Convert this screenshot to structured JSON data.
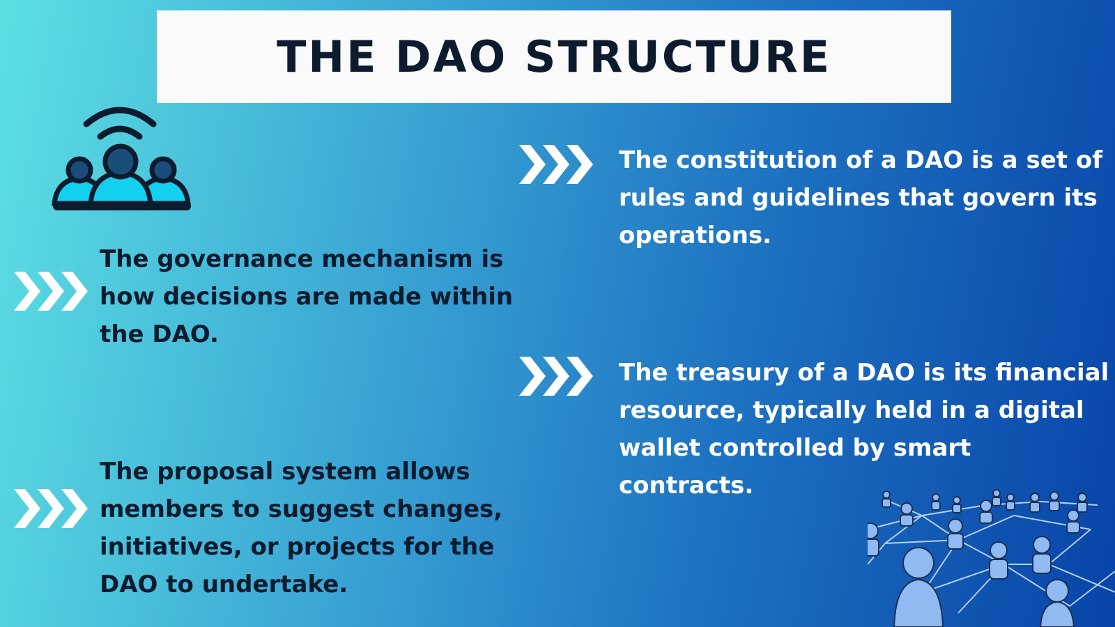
{
  "header": {
    "title": "THE DAO STRUCTURE"
  },
  "icons": {
    "group": "people-group-wifi-icon",
    "arrows": "triple-chevron-right-icon",
    "network": "people-network-icon"
  },
  "colors": {
    "gradient_start": "#5ddfe3",
    "gradient_end": "#0844a8",
    "title_text": "#0d1b2e",
    "icon_fill": "#13d0ee",
    "icon_dark": "#1a4d7a"
  },
  "points": {
    "governance": "The governance mechanism is how decisions are made within the DAO.",
    "proposal": "The proposal system allows members to suggest changes, initiatives, or projects for the DAO to undertake.",
    "constitution": "The constitution of a DAO is a set of rules and guidelines that govern its operations.",
    "treasury": "The treasury of a DAO is its financial resource, typically held in a digital wallet controlled by smart contracts."
  }
}
